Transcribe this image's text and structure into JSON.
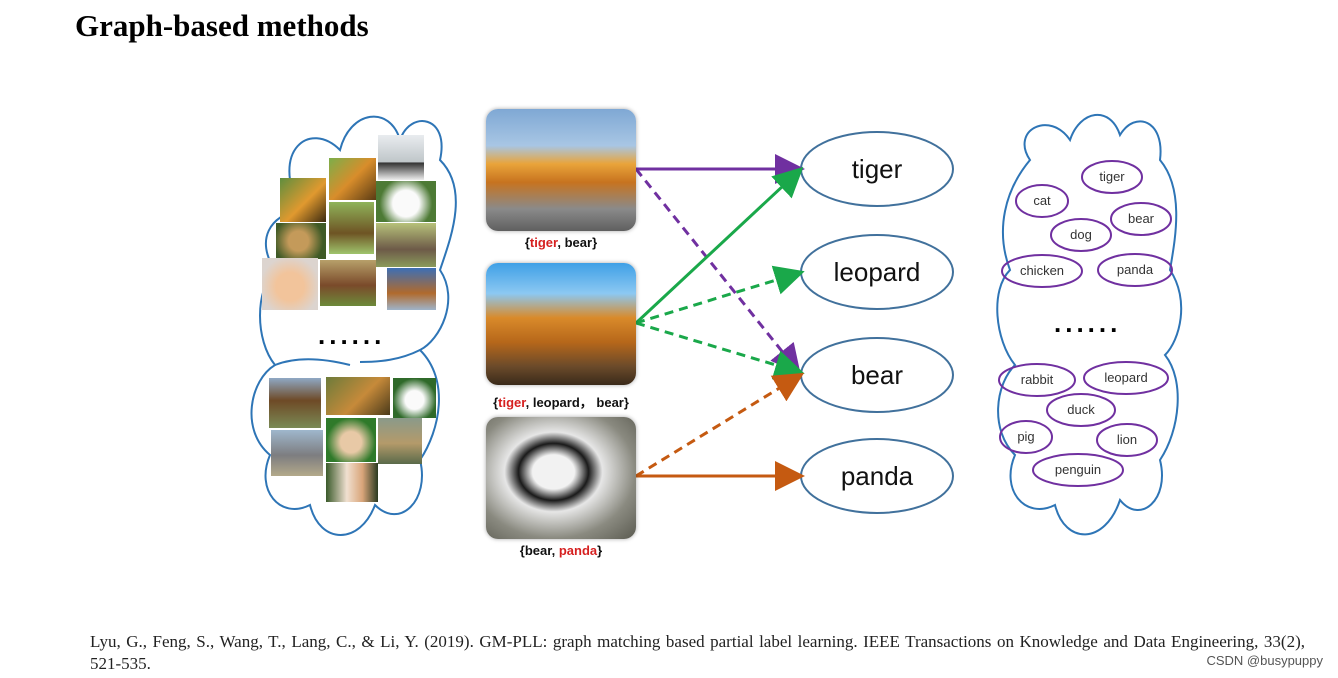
{
  "title": "Graph-based methods",
  "captions": [
    {
      "open": "{",
      "highlight": "tiger",
      "rest": ", bear}"
    },
    {
      "open": "{",
      "highlight": "tiger",
      "rest": ", leopard， bear}"
    },
    {
      "open": "{bear, ",
      "highlight": "panda",
      "rest": "}"
    }
  ],
  "classes": [
    "tiger",
    "leopard",
    "bear",
    "panda"
  ],
  "label_cloud": [
    "tiger",
    "cat",
    "bear",
    "dog",
    "chicken",
    "panda",
    "rabbit",
    "leopard",
    "duck",
    "pig",
    "lion",
    "penguin"
  ],
  "ellipsis": "......",
  "reference": "Lyu, G., Feng, S., Wang, T., Lang, C., & Li, Y. (2019). GM-PLL: graph matching based partial label learning. IEEE Transactions on Knowledge and Data Engineering, 33(2), 521-535.",
  "watermark": "CSDN @busypuppy",
  "colors": {
    "purple": "#7030a0",
    "green": "#1aa84a",
    "orange": "#c55a11",
    "outline_blue": "#2e75b6",
    "oval_gray": "#41719c",
    "highlight_red": "#d62020"
  }
}
